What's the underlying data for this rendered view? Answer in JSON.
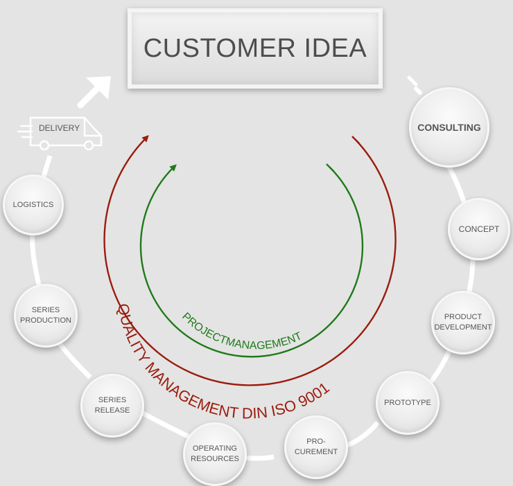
{
  "title": "CUSTOMER IDEA",
  "steps": {
    "consulting": "CONSULTING",
    "concept": "CONCEPT",
    "product_development_1": "PRODUCT",
    "product_development_2": "DEVELOPMENT",
    "prototype": "PROTOTYPE",
    "procurement_1": "PRO-",
    "procurement_2": "CUREMENT",
    "operating_resources_1": "OPERATING",
    "operating_resources_2": "RESOURCES",
    "series_release_1": "SERIES",
    "series_release_2": "RELEASE",
    "series_production_1": "SERIES",
    "series_production_2": "PRODUCTION",
    "logistics": "LOGISTICS",
    "delivery": "DELIVERY"
  },
  "arcs": {
    "inner_label": "PROJECTMANAGEMENT",
    "outer_label": "QUALITY MANAGEMENT DIN ISO 9001"
  },
  "colors": {
    "background": "#e4e4e4",
    "quality_arc": "#9b1c0e",
    "project_arc": "#1f7a1a",
    "text": "#555555"
  },
  "icons": {
    "delivery": "truck-icon",
    "flow": "arrow-up-right-icon"
  }
}
